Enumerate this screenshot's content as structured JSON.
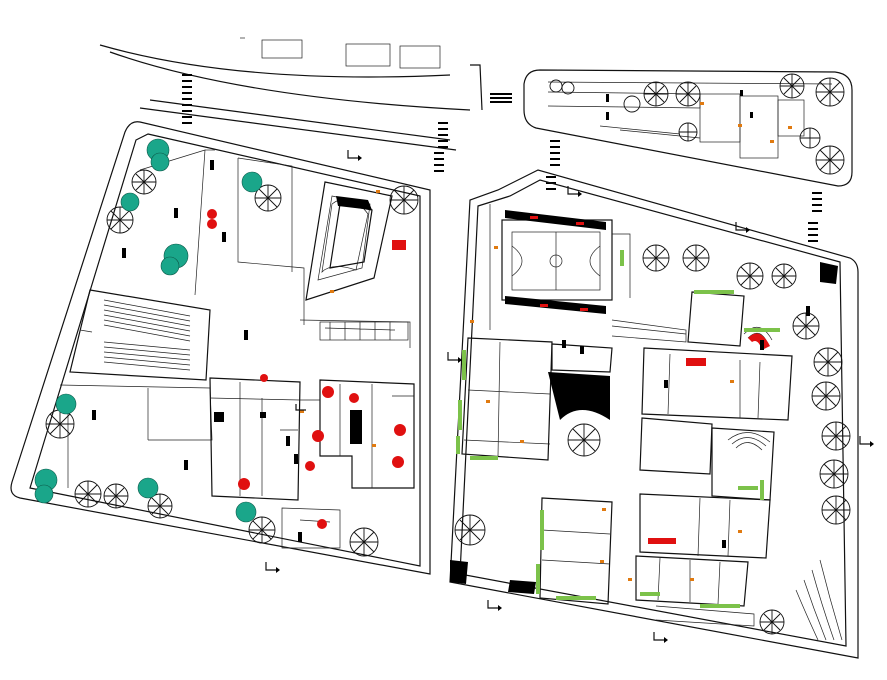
{
  "drawing": {
    "type": "site-plan",
    "colors": {
      "background": "#ffffff",
      "lines": "#111111",
      "trees": "#1aa68a",
      "furniture": "#e01010",
      "planters": "#7cc24a",
      "doors": "#e07a10"
    },
    "icons": [
      "north-arrow-icon",
      "tree-icon",
      "section-marker-icon",
      "basketball-court",
      "auditorium-seating"
    ],
    "section_markers": 9
  }
}
